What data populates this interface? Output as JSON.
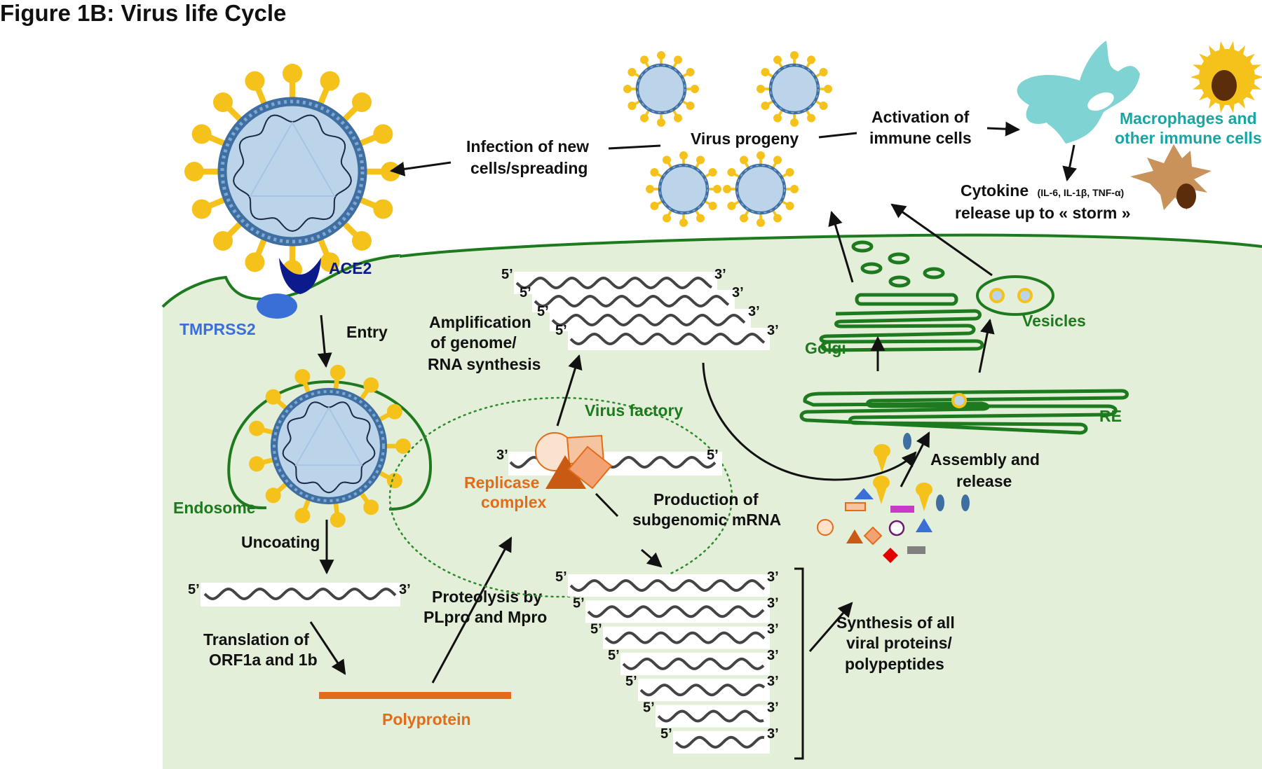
{
  "figure": {
    "title": "Figure 1B: Virus life Cycle"
  },
  "labels": {
    "ace2": "ACE2",
    "tmprss2": "TMPRSS2",
    "entry": "Entry",
    "endosome": "Endosome",
    "uncoating": "Uncoating",
    "translation": [
      "Translation of",
      "ORF1a and 1b"
    ],
    "polyprotein": "Polyprotein",
    "proteolysis": [
      "Proteolysis by",
      "PLpro and Mpro"
    ],
    "replicase": [
      "Replicase",
      "complex"
    ],
    "virus_factory": "Virus factory",
    "amplification": [
      "Amplification",
      "of genome/",
      "RNA synthesis"
    ],
    "subgenomic": [
      "Production of",
      "subgenomic mRNA"
    ],
    "synthesis": [
      "Synthesis of all",
      "viral proteins/",
      "polypeptides"
    ],
    "assembly": [
      "Assembly and",
      "release"
    ],
    "golgi": "Golgi",
    "re": "RE",
    "vesicles": "Vesicles",
    "virus_progeny": "Virus progeny",
    "infection": [
      "Infection of new",
      "cells/spreading"
    ],
    "activation": [
      "Activation of",
      "immune cells"
    ],
    "macrophages": [
      "Macrophages and",
      "other immune cells"
    ],
    "cytokine_main": "Cytokine",
    "cytokine_small": "(IL-6, IL-1β, TNF-α)",
    "cytokine_release": "release up to « storm »",
    "five_prime": "5’",
    "three_prime": "3’"
  },
  "colors": {
    "cell_fill": "#e3efd8",
    "membrane": "#1e7a1e",
    "spike": "#f5c21b",
    "capsid": "#bcd4ea",
    "envelope": "#3f6fa0",
    "orange": "#e36c1a",
    "ace2": "#0d1a8a",
    "tmprss2": "#3a6fd8",
    "teal_cell": "#7fd3d3",
    "yellow_cell": "#f5c21b",
    "brown_cell": "#c8925a"
  }
}
